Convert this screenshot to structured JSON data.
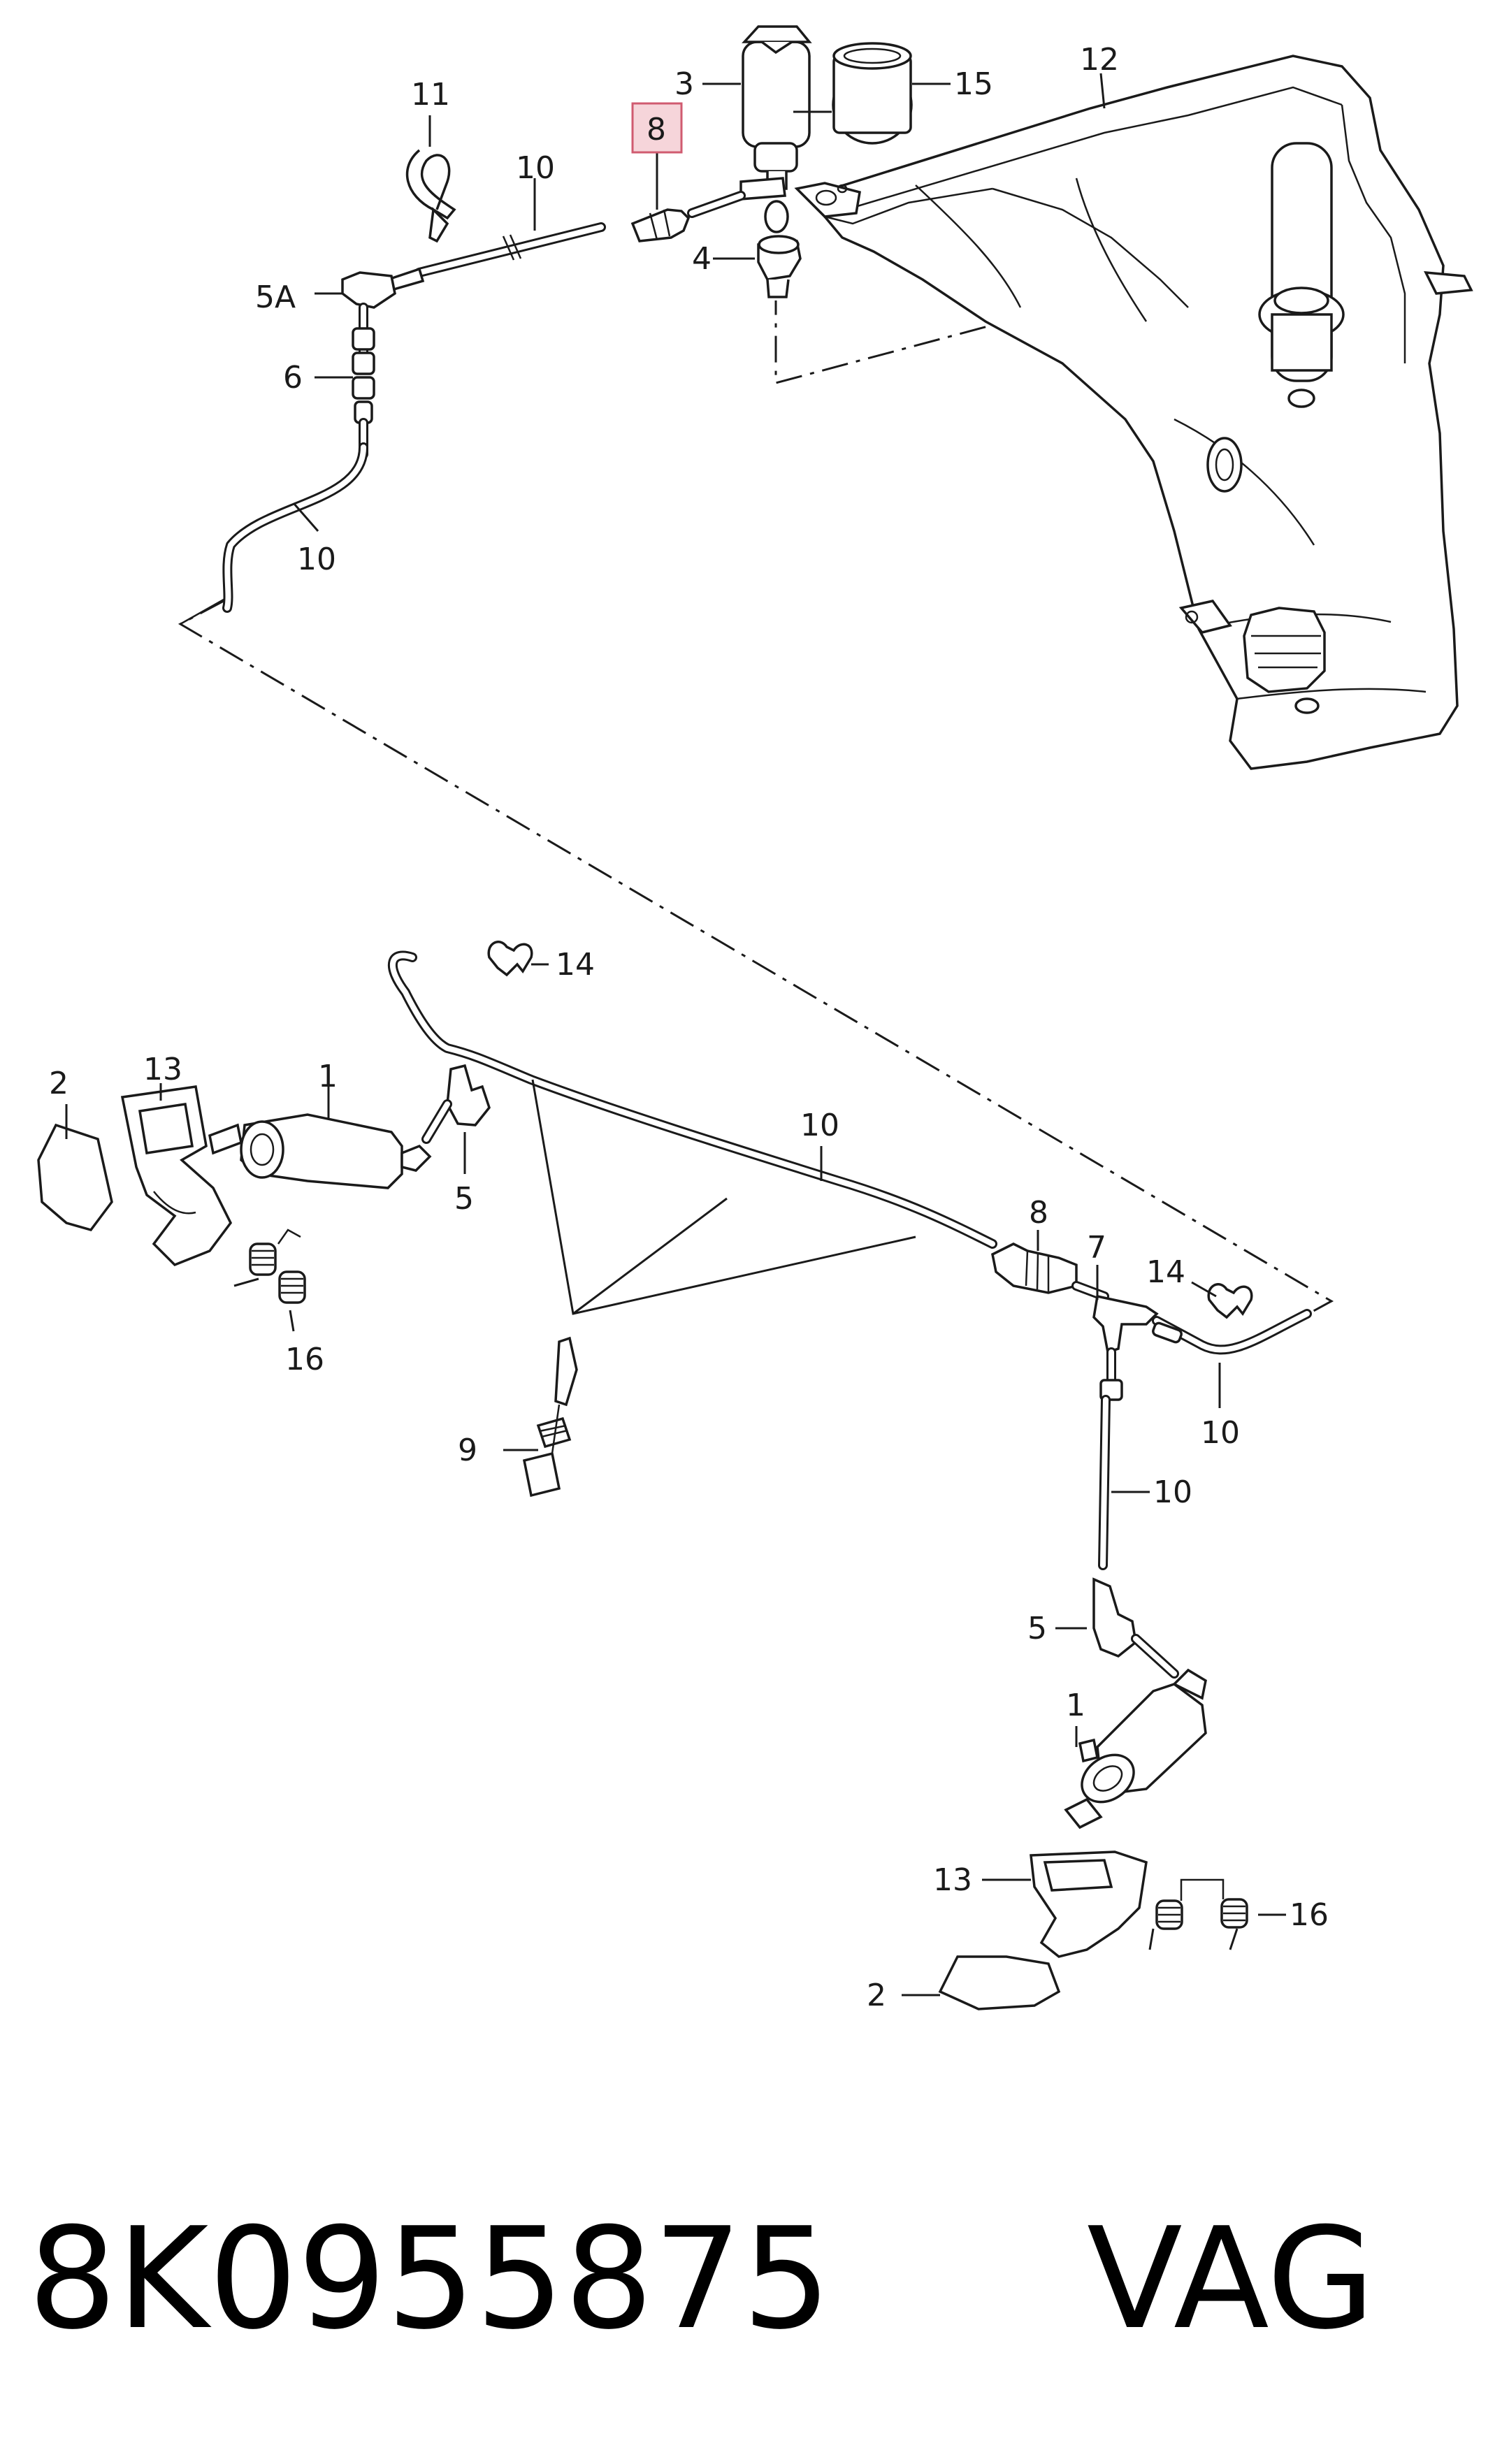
{
  "labels": {
    "l1a": "1",
    "l1b": "1",
    "l2a": "2",
    "l2b": "2",
    "l3": "3",
    "l4": "4",
    "l5a": "5",
    "l5b": "5",
    "l5A": "5A",
    "l6": "6",
    "l7": "7",
    "l8a": "8",
    "l8b": "8",
    "l9": "9",
    "l10a": "10",
    "l10b": "10",
    "l10c": "10",
    "l10d": "10",
    "l10e": "10",
    "l11": "11",
    "l12": "12",
    "l13a": "13",
    "l13b": "13",
    "l14a": "14",
    "l14b": "14",
    "l15": "15",
    "l16a": "16",
    "l16b": "16"
  },
  "caption": {
    "part_number": "8K0955875",
    "brand": "VAG"
  },
  "highlight": {
    "label": "8",
    "color": "#f6d5da",
    "border_color": "#d05b70"
  }
}
